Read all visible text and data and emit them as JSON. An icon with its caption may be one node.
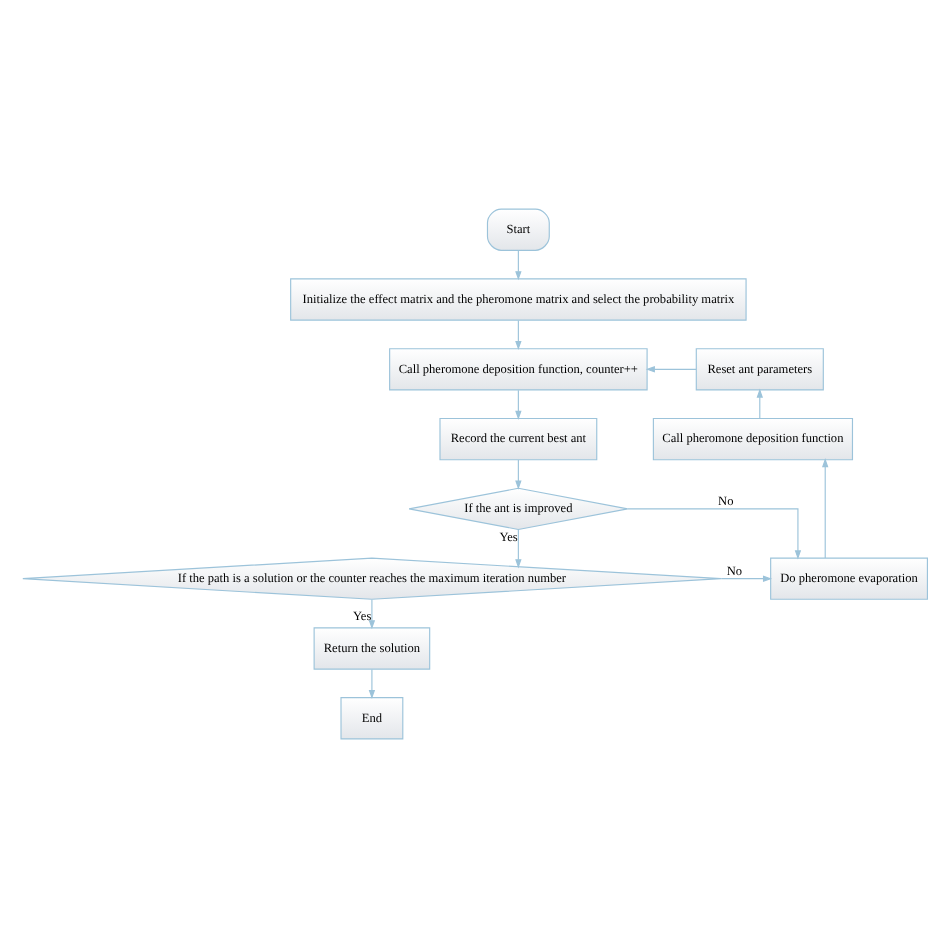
{
  "diagram": {
    "nodes": [
      {
        "text": [
          "Start"
        ]
      },
      {
        "text": [
          "Initialize the effect matrix and the pheromone matrix and select the probability matrix"
        ]
      },
      {
        "text": [
          "Call pheromone deposition function, counter++"
        ]
      },
      {
        "text": [
          "Record the current best ant"
        ]
      },
      {
        "text": [
          "If the ant is improved"
        ]
      },
      {
        "text": [
          "If the path is a solution or the counter reaches the maximum iteration number"
        ]
      },
      {
        "text": [
          "Return the solution"
        ]
      },
      {
        "text": [
          "End"
        ]
      },
      {
        "text": [
          "Reset ant parameters"
        ]
      },
      {
        "text": [
          "Call pheromone deposition function"
        ]
      },
      {
        "text": [
          "Do pheromone evaporation"
        ]
      }
    ],
    "edges": [
      {
        "from": 0,
        "to": 1,
        "arrow": "to"
      },
      {
        "from": 1,
        "to": 2,
        "arrow": "to"
      },
      {
        "from": 2,
        "to": 3,
        "arrow": "to"
      },
      {
        "from": 3,
        "to": 4,
        "arrow": "to"
      },
      {
        "from": 4,
        "to": 5,
        "arrow": "to",
        "label": "Yes"
      },
      {
        "from": 4,
        "to": 10,
        "arrow": "to",
        "label": "No"
      },
      {
        "from": 5,
        "to": 10,
        "arrow": "to",
        "label": "No"
      },
      {
        "from": 5,
        "to": 6,
        "arrow": "to",
        "label": "Yes"
      },
      {
        "from": 6,
        "to": 7,
        "arrow": "to"
      },
      {
        "from": 10,
        "to": 9,
        "arrow": "to"
      },
      {
        "from": 9,
        "to": 8,
        "arrow": "to"
      },
      {
        "from": 8,
        "to": 2,
        "arrow": "to"
      }
    ]
  }
}
